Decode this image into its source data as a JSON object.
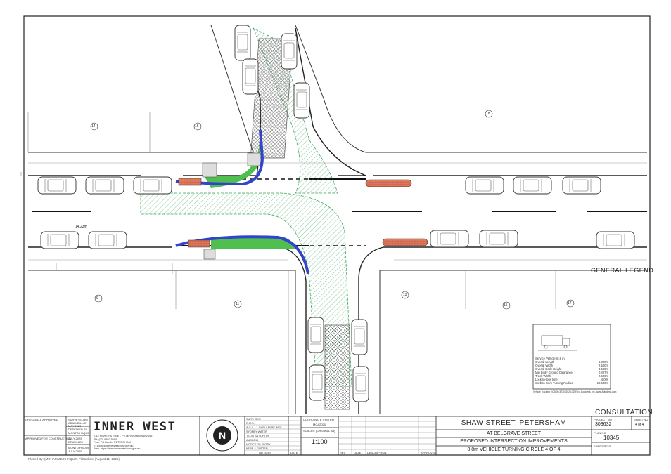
{
  "consultation": "CONSULTATION",
  "general_legend": "GENERAL LEGEND",
  "dimension": "14.23m",
  "lots": [
    "14",
    "16",
    "18",
    "9",
    "11",
    "13",
    "15",
    "17"
  ],
  "vehicle_spec": {
    "lines": [
      [
        "Service Vehicle (8.8 m)",
        ""
      ],
      [
        "Overall Length",
        "8.800m"
      ],
      [
        "Overall Width",
        "2.500m"
      ],
      [
        "Overall Body Height",
        "3.500m"
      ],
      [
        "Min Body Ground Clearance",
        "0.427m"
      ],
      [
        "Track Width",
        "2.500m"
      ],
      [
        "Lock-to-lock time",
        "4.00s"
      ],
      [
        "Curb to Curb Turning Radius",
        "12.500m"
      ]
    ],
    "footer": "Vehicle Tracking (V25.00.3770 [2024.025]) (c) Autodesk, Inc. www.Autodesk.com"
  },
  "title_block": {
    "checked_approved": "CHECKED & APPROVED",
    "approved_construction": "APPROVED FOR CONSTRUCTION",
    "surveyed_by": "SURVEYED BY",
    "surveyor": "ADAM DILLON",
    "survey_date": "MAY 2020",
    "designed_by": "DESIGNED BY",
    "designer": "MONTO HAQUE",
    "design_date": "JULY 2025",
    "drawn_by": "DRAWN BY",
    "drawer": "MONTO HAQUE",
    "drawn_date": "JULY 2025",
    "council_logo": "INNER WEST",
    "address_lines": [
      "2-14 FISHER STREET, PETERSHAM NSW 2049",
      "PH:   (02) 9392 5000",
      "Post:  PO Box 14 PETERSHAM",
      "E:    council@innerwest.nsw.gov.au",
      "Web:  https://www.innerwest.nsw.gov.au"
    ],
    "north_label": "N",
    "services": [
      "SURV. GEN",
      "R.M.S.",
      "A.G.L. / J. SHELL PIPELINES",
      "SYDNEY WATER",
      "TELSTRA / OPTUS",
      "AUSGRID",
      "NOTICE OF ENTRY",
      "KERB & GUTTER"
    ],
    "notices_label": "NOTICES",
    "date_label": "DATE",
    "coordinate_system_label": "COORDINATE SYSTEM",
    "coordinate_system": "MGA2020",
    "scales_label": "SCALES: (ORIGINAL A3)",
    "scale": "1:100",
    "rev_label": "REV",
    "rev_date_label": "DATE",
    "description_label": "DESCRIPTION",
    "approved_label": "APPROVED",
    "title_main": "SHAW STREET, PETERSHAM",
    "title_at": "AT BELGRAVE STREET",
    "title_sub": "PROPOSED INTERSECTION IMPROVEMENTS",
    "title_sheet": "8.8m VEHICLE TURNING CIRCLE 4 OF 4",
    "project_no_label": "PROJECT NO",
    "project_no": "303632",
    "sheet_no_label": "SHEET NO",
    "sheet_no": "4 of 4",
    "plan_no_label": "PLAN NO",
    "plan_no": "10345",
    "sheet_rev_label": "SHEET REV",
    "sheet_rev": "2"
  },
  "plotted": "Plotted By: (MOHAMMED HAQUE)   Plotted on: (August 11, 2025)"
}
